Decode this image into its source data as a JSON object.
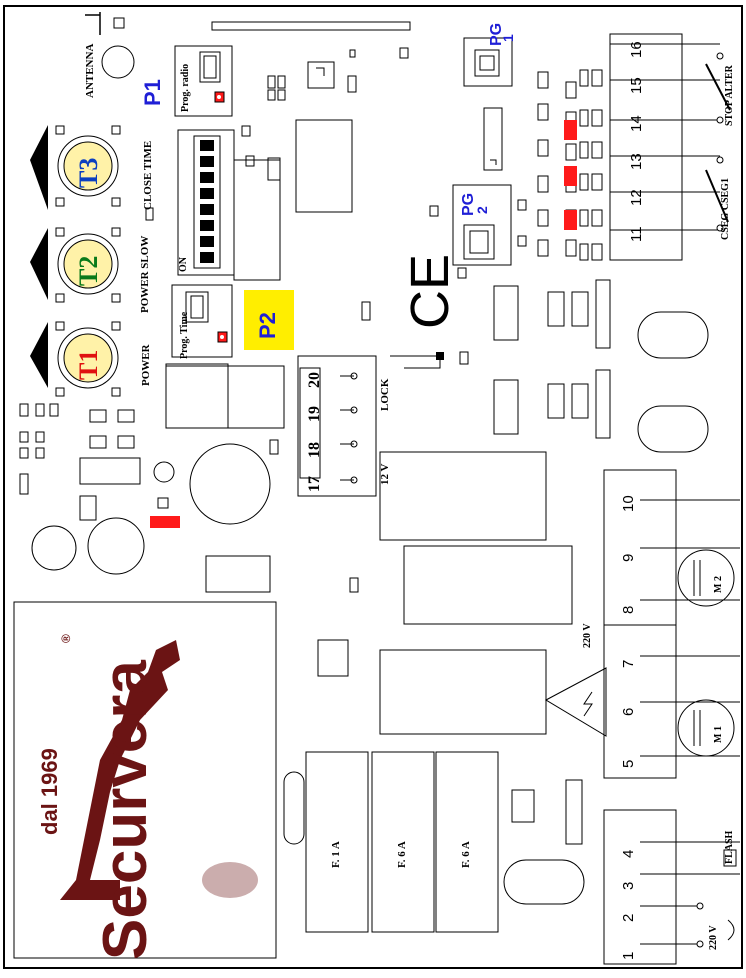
{
  "labels": {
    "antenna": "ANTENNA",
    "p1": "P1",
    "prog_radio": "Prog. radio",
    "pg1_title": "PG",
    "pg1_num": "1",
    "pg2_title": "PG",
    "pg2_num": "2",
    "t3": "T3",
    "t2": "T2",
    "t1": "T1",
    "close_time": "CLOSE TIME",
    "power_slow": "POWER SLOW",
    "on": "ON",
    "power": "POWER",
    "prog_time": "Prog. Time",
    "p2": "P2",
    "lock": "LOCK",
    "twelve_v": "12 V",
    "t17": "17",
    "t18": "18",
    "t19": "19",
    "t20": "20",
    "t16": "16",
    "t15": "15",
    "t14": "14",
    "t13": "13",
    "t12": "12",
    "t11": "11",
    "stop_alter": "STOP ALTER",
    "cseg": "CSEG CSEG1",
    "t10": "10",
    "t9": "9",
    "t8": "8",
    "t7": "7",
    "t6": "6",
    "t5": "5",
    "m2": "M 2",
    "m1": "M 1",
    "v220_mid": "220 V",
    "v220_bottom": "220 V",
    "flash": "FLASH",
    "t4": "4",
    "t3n": "3",
    "t2n": "2",
    "t1n": "1",
    "fuse1": "F. 1 A",
    "fuse2": "F. 6 A",
    "fuse3": "F. 6 A",
    "ce": "CE",
    "logo_since": "dal 1969",
    "logo_brand": "Securvera",
    "logo_reg": "®"
  },
  "colors": {
    "line": "#000000",
    "p_blue": "#1f1fd6",
    "t3_blue": "#0b3fc0",
    "t2_green": "#0a7a1a",
    "t1_red": "#e01010",
    "t_bg": "#fff2a8",
    "p2_bg": "#ffee00",
    "led_red": "#ff1a1a",
    "logo_brown": "#6b1414"
  }
}
